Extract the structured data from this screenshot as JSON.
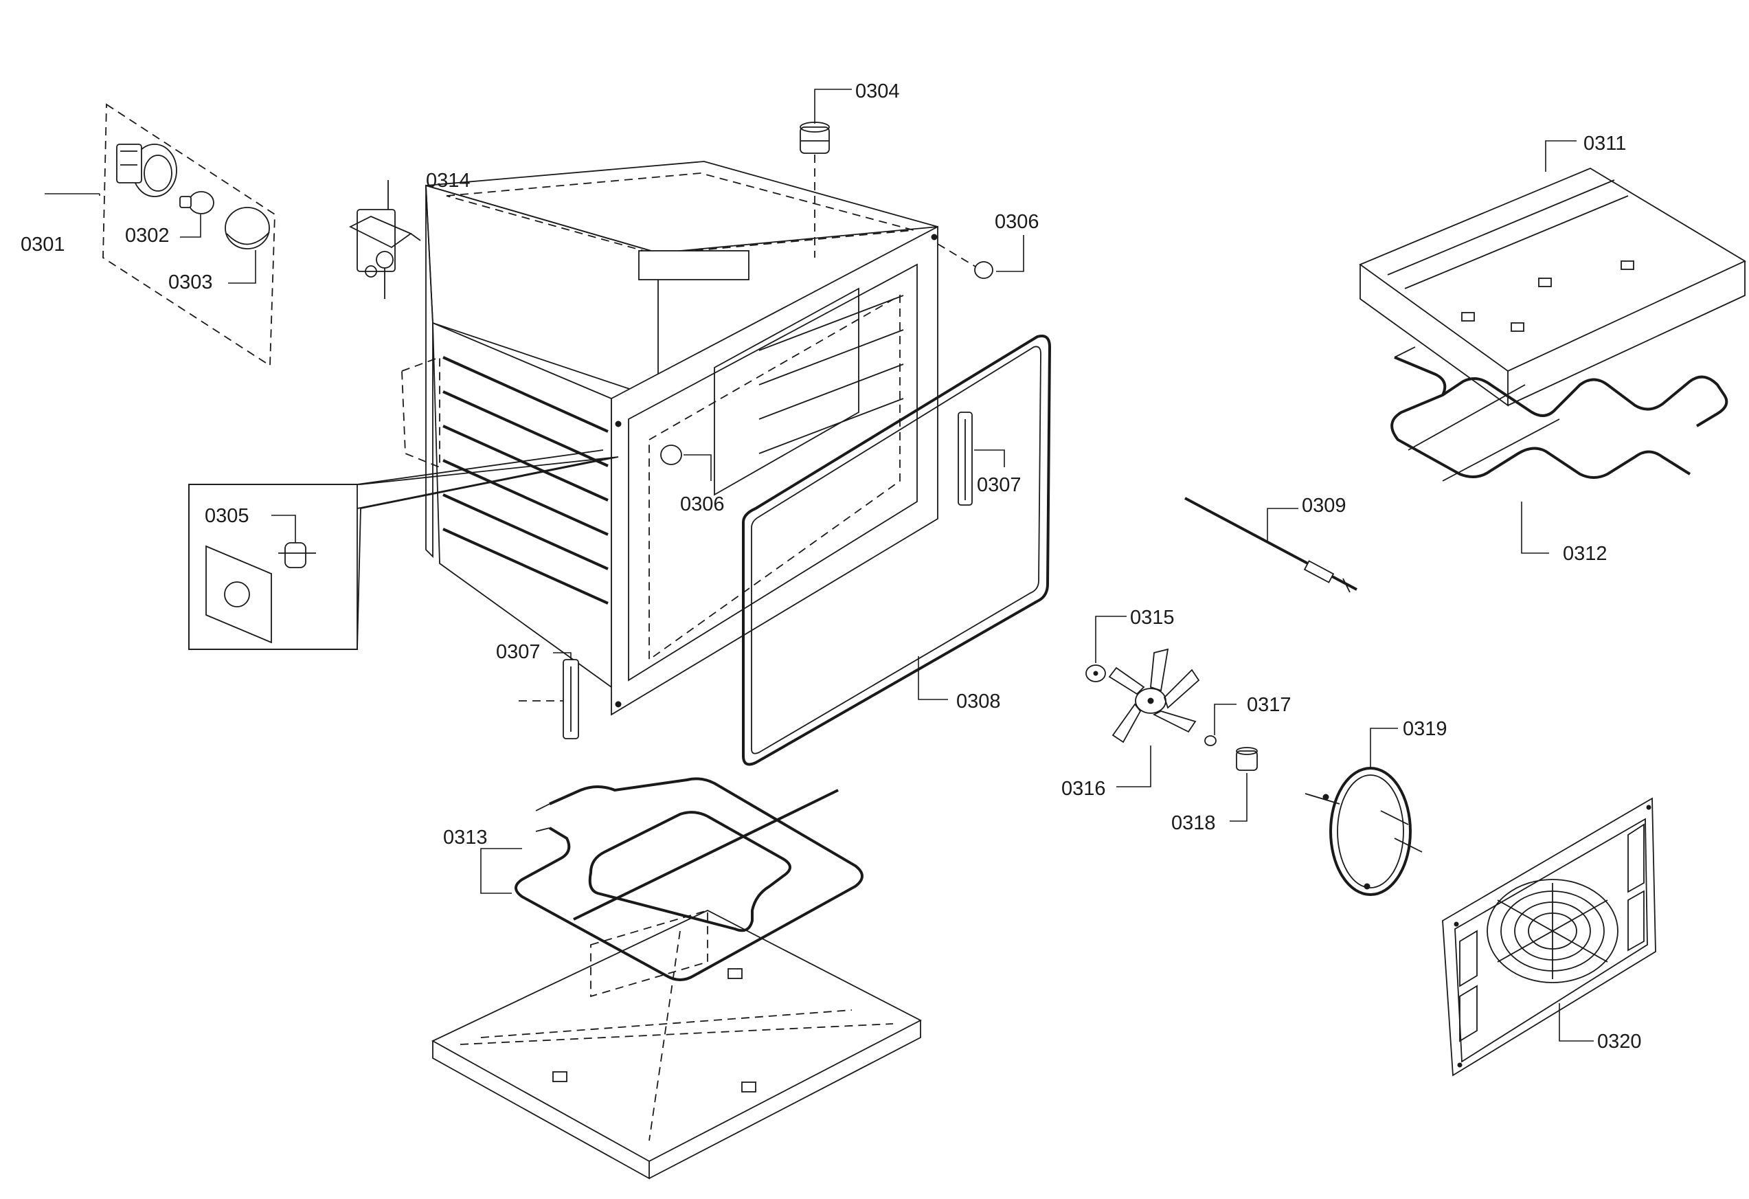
{
  "labels": {
    "p0301": "0301",
    "p0302": "0302",
    "p0303": "0303",
    "p0304": "0304",
    "p0305": "0305",
    "p0306a": "0306",
    "p0306b": "0306",
    "p0307a": "0307",
    "p0307b": "0307",
    "p0308": "0308",
    "p0309": "0309",
    "p0311": "0311",
    "p0312": "0312",
    "p0313": "0313",
    "p0314": "0314",
    "p0315": "0315",
    "p0316": "0316",
    "p0317": "0317",
    "p0318": "0318",
    "p0319": "0319",
    "p0320": "0320"
  },
  "colors": {
    "line": "#1a1a1a",
    "background": "#ffffff"
  }
}
